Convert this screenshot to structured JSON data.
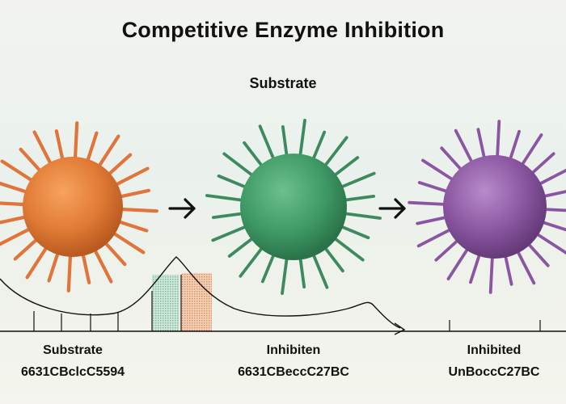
{
  "title": "Competitive Enzyme Inhibition",
  "subtitle": "Substrate",
  "molecules": [
    {
      "label": "Substrate",
      "code": "6631CBclcC5594",
      "color": "#e07a35",
      "spike": "#e0743a"
    },
    {
      "label": "Inhibiten",
      "code": "6631CBeccC27BC",
      "color": "#3f9a66",
      "spike": "#3c8a5e"
    },
    {
      "label": "Inhibited",
      "code": "UnBoccC27BC",
      "color": "#8a56a0",
      "spike": "#8a55a2"
    }
  ],
  "arrows": [
    "right-arrow-icon",
    "right-arrow-icon"
  ]
}
